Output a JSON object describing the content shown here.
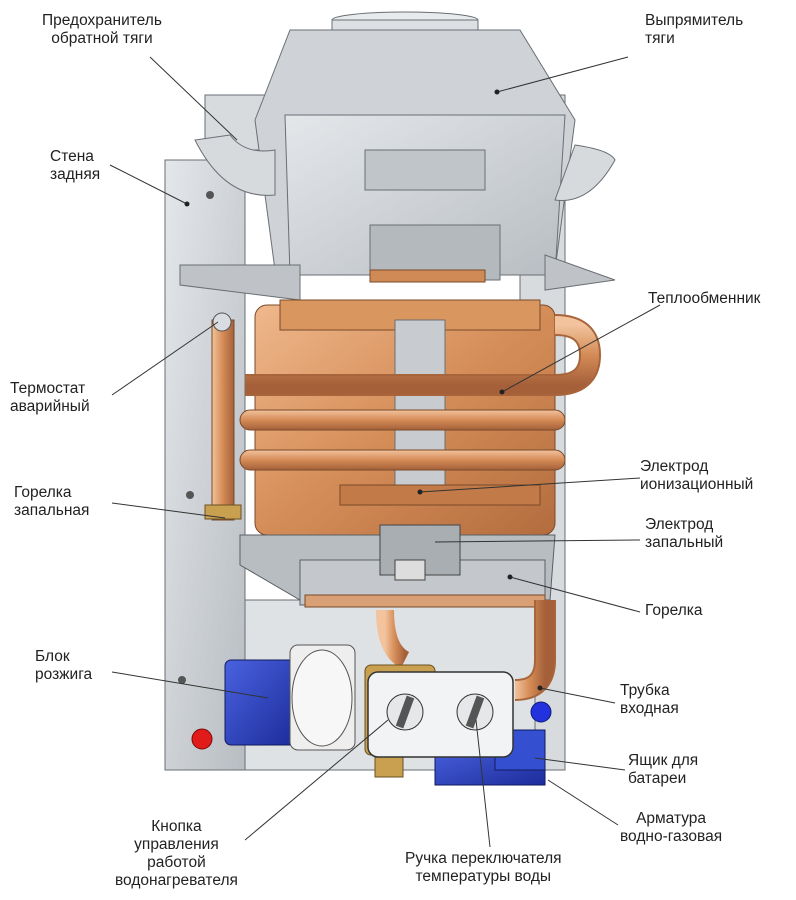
{
  "labels": {
    "back_draft_fuse": [
      "Предохранитель",
      "обратной тяги"
    ],
    "draft_rectifier": [
      "Выпрямитель",
      "тяги"
    ],
    "back_wall": [
      "Стена",
      "задняя"
    ],
    "heat_exchanger": [
      "Теплообменник"
    ],
    "emergency_thermostat": [
      "Термостат",
      "аварийный"
    ],
    "ionization_electrode": [
      "Электрод",
      "ионизационный"
    ],
    "pilot_burner": [
      "Горелка",
      "запальная"
    ],
    "ignition_electrode": [
      "Электрод",
      "запальный"
    ],
    "burner": [
      "Горелка"
    ],
    "ignition_block": [
      "Блок",
      "розжига"
    ],
    "inlet_pipe": [
      "Трубка",
      "входная"
    ],
    "battery_box": [
      "Ящик для",
      "батареи"
    ],
    "water_gas_valve": [
      "Арматура",
      "водно-газовая"
    ],
    "control_button": [
      "Кнопка",
      "управления",
      "работой",
      "водонагревателя"
    ],
    "temp_switch_handle": [
      "Ручка переключателя",
      "температуры воды"
    ]
  },
  "colors": {
    "copper": "#d08a55",
    "copper_dark": "#a8643a",
    "metal": "#c9cdd1",
    "metal_dark": "#9aa0a6",
    "blue": "#2a3fc0",
    "red": "#d41a1a",
    "brass": "#c8a050"
  }
}
